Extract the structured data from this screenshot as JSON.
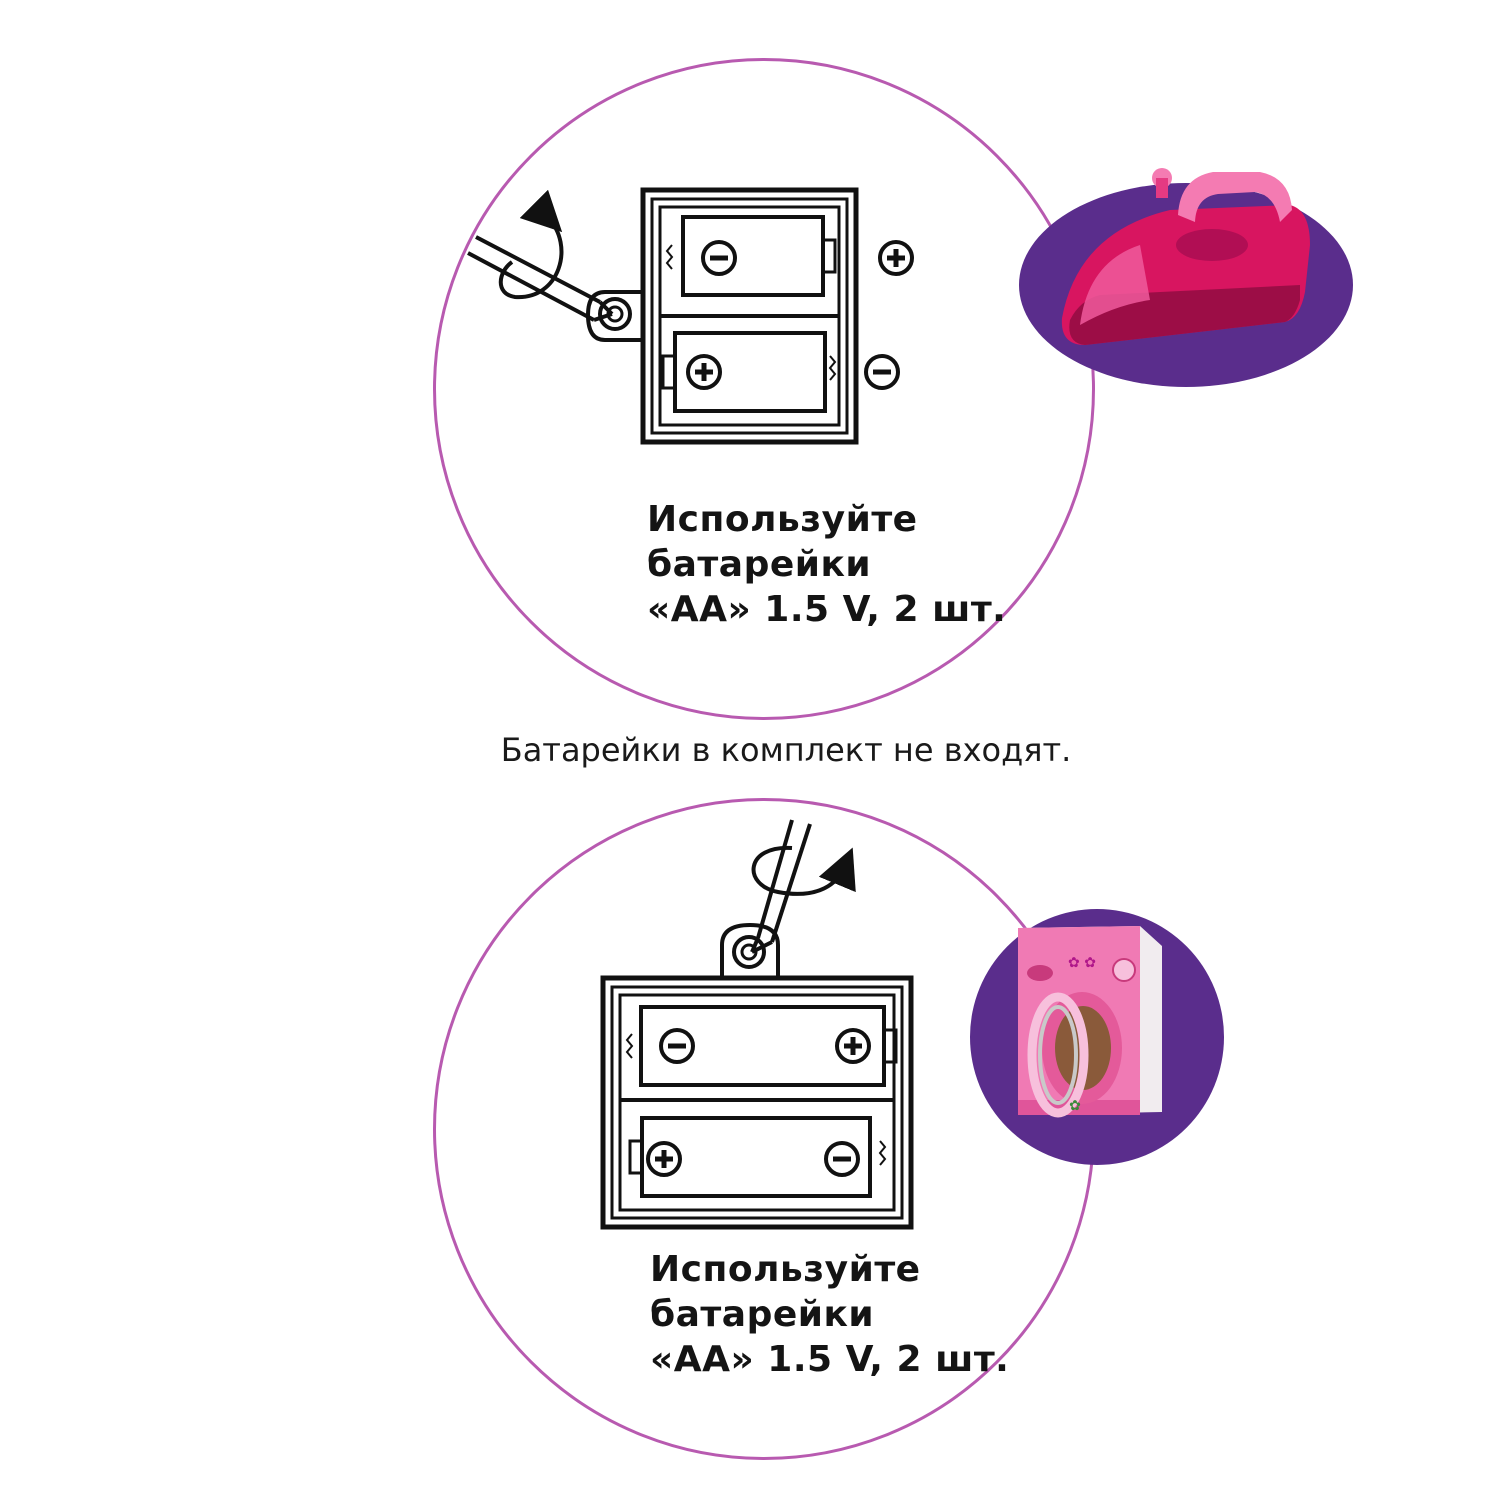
{
  "sections": [
    {
      "instruction": {
        "line1": "Используйте",
        "line2": "батарейки",
        "line3": "«АА» 1.5 V, 2 шт."
      },
      "product_icon": "toy-iron-icon"
    },
    {
      "instruction": {
        "line1": "Используйте",
        "line2": "батарейки",
        "line3": "«АА» 1.5 V, 2 шт."
      },
      "product_icon": "toy-washing-machine-icon"
    }
  ],
  "note": "Батарейки в комплект не входят.",
  "colors": {
    "circle_outline": "#b85ab0",
    "product_backdrop": "#5a2d8c",
    "iron_pink": "#e0226e",
    "washer_pink": "#f07ab4"
  }
}
